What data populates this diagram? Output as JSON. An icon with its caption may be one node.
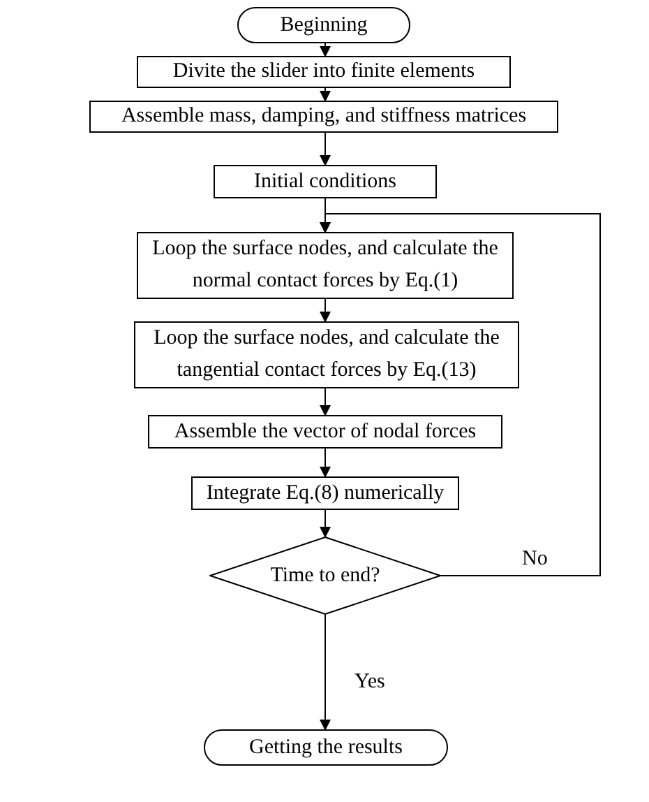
{
  "diagram": {
    "nodes": [
      {
        "text": [
          "Beginning"
        ]
      },
      {
        "text": [
          "Divite the slider into finite elements"
        ]
      },
      {
        "text": [
          "Assemble mass, damping, and stiffness matrices"
        ]
      },
      {
        "text": [
          "Initial conditions"
        ]
      },
      {
        "text": [
          "Loop the surface nodes, and calculate the normal contact forces by Eq.(1)"
        ]
      },
      {
        "text": [
          "Loop the surface nodes, and calculate the tangential contact forces by Eq.(13)"
        ]
      },
      {
        "text": [
          "Assemble the vector of nodal forces"
        ]
      },
      {
        "text": [
          "Integrate Eq.(8) numerically"
        ]
      },
      {
        "text": [
          "Time to end?"
        ]
      },
      {
        "text": [
          "Getting the results"
        ]
      }
    ],
    "edges": [
      {
        "from": 0,
        "to": 1,
        "arrow": "to"
      },
      {
        "from": 1,
        "to": 2,
        "arrow": "to"
      },
      {
        "from": 2,
        "to": 3,
        "arrow": "to"
      },
      {
        "from": 3,
        "to": 4,
        "arrow": "to"
      },
      {
        "from": 4,
        "to": 5,
        "arrow": "to"
      },
      {
        "from": 5,
        "to": 6,
        "arrow": "to"
      },
      {
        "from": 6,
        "to": 7,
        "arrow": "to"
      },
      {
        "from": 7,
        "to": 8,
        "arrow": "to"
      },
      {
        "from": 8,
        "to": 9,
        "arrow": "to",
        "label": "Yes"
      },
      {
        "from": 8,
        "to": 4,
        "arrow": "to",
        "label": "No"
      }
    ]
  }
}
